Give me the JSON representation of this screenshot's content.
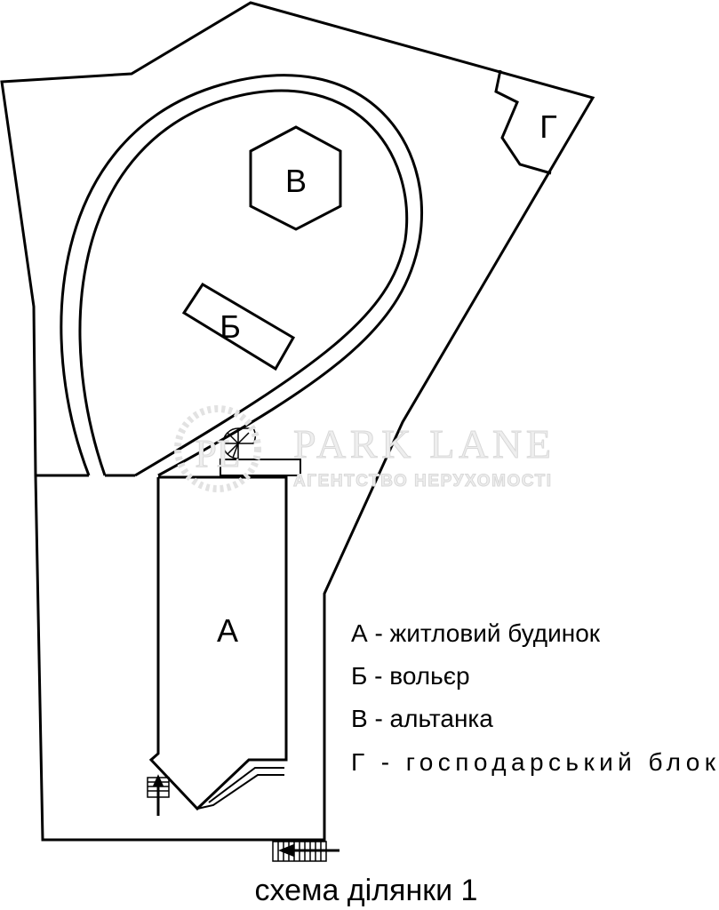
{
  "plan": {
    "labels": {
      "a": "А",
      "b": "Б",
      "v": "В",
      "g": "Г"
    },
    "legend": [
      "А - житловий будинок",
      "Б - вольєр",
      "В - альтанка",
      "Г - господарський блок"
    ],
    "caption": "схема ділянки 1"
  },
  "watermark": {
    "brand": "PARK LANE",
    "subtitle": "АГЕНТСТВО НЕРУХОМОСТІ",
    "logo": "PL"
  }
}
